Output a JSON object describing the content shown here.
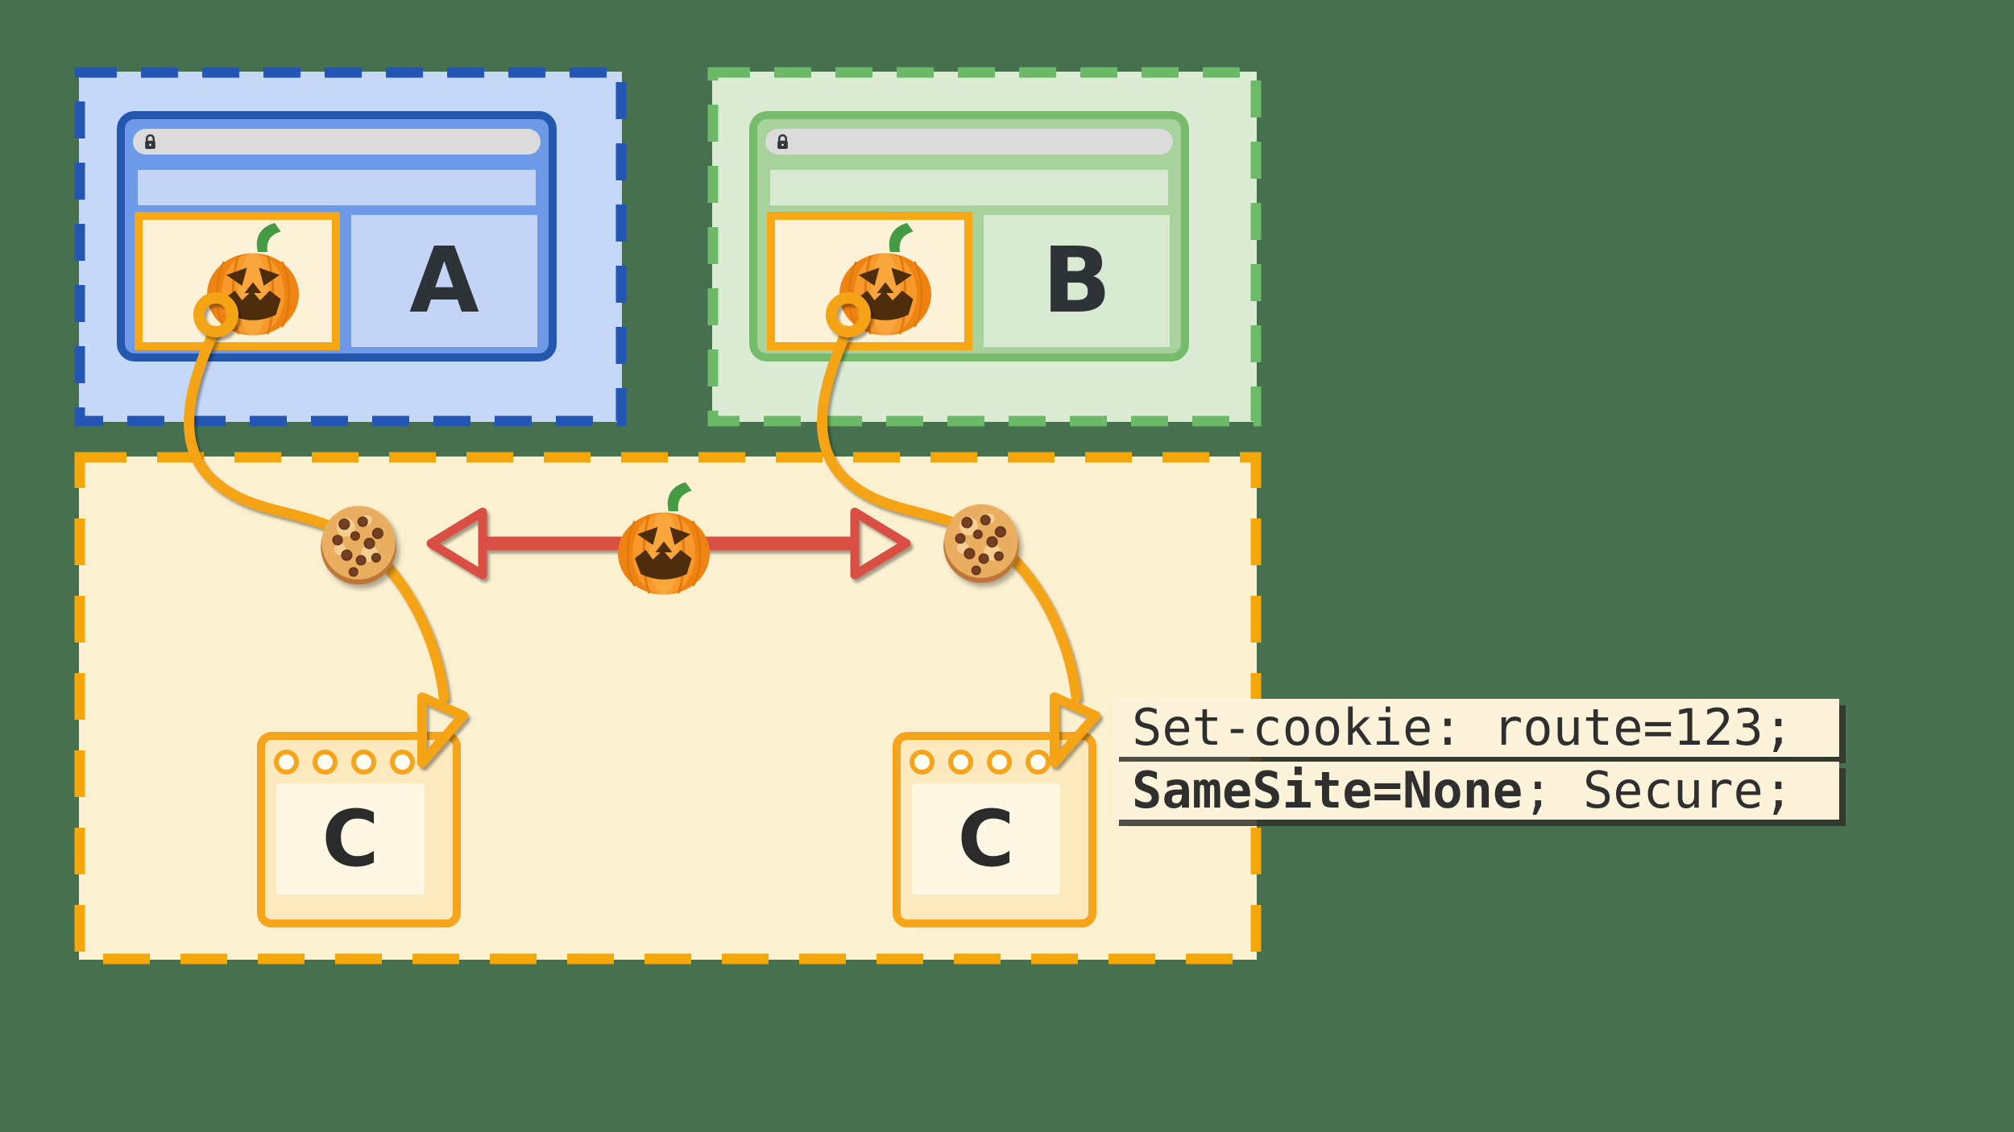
{
  "site_a": {
    "label": "A"
  },
  "site_b": {
    "label": "B"
  },
  "third_party": {
    "left_window_label": "C",
    "right_window_label": "C"
  },
  "cookie_header": {
    "line1": "Set-cookie: route=123;",
    "line2_bold": "SameSite=None",
    "line2_rest": "; Secure;"
  },
  "icons": {
    "lock": "lock-icon",
    "pumpkin": "jack-o-lantern-icon",
    "cookie": "cookie-icon",
    "ring": "cookie-anchor-ring-icon",
    "red_double_arrow": "blocked-share-double-arrow-icon",
    "flow_arrow": "cookie-flow-arrow-icon"
  },
  "colors": {
    "background": "#47714E",
    "site_a_dash": "#2456B5",
    "site_a_fill": "#C6D8F8",
    "browser_a_border": "#2458AE",
    "browser_a_body": "#6C9AE8",
    "browser_a_band": "#C3D4F7",
    "site_b_dash": "#6CBA67",
    "site_b_fill": "#DBEBD4",
    "browser_b_border": "#77BB6D",
    "browser_b_body": "#A8D29B",
    "browser_b_band": "#D8E9D2",
    "third_party_dash": "#F5A70A",
    "third_party_fill": "#FBF0D0",
    "iframe_border": "#F7A614",
    "iframe_fill": "#FBF2D8",
    "curve_orange": "#F5A415",
    "red_arrow": "#D94F44",
    "url_bar": "#DBDBDB",
    "code_box_fill": "#FCF3DA",
    "code_text": "#2F2F2F"
  }
}
